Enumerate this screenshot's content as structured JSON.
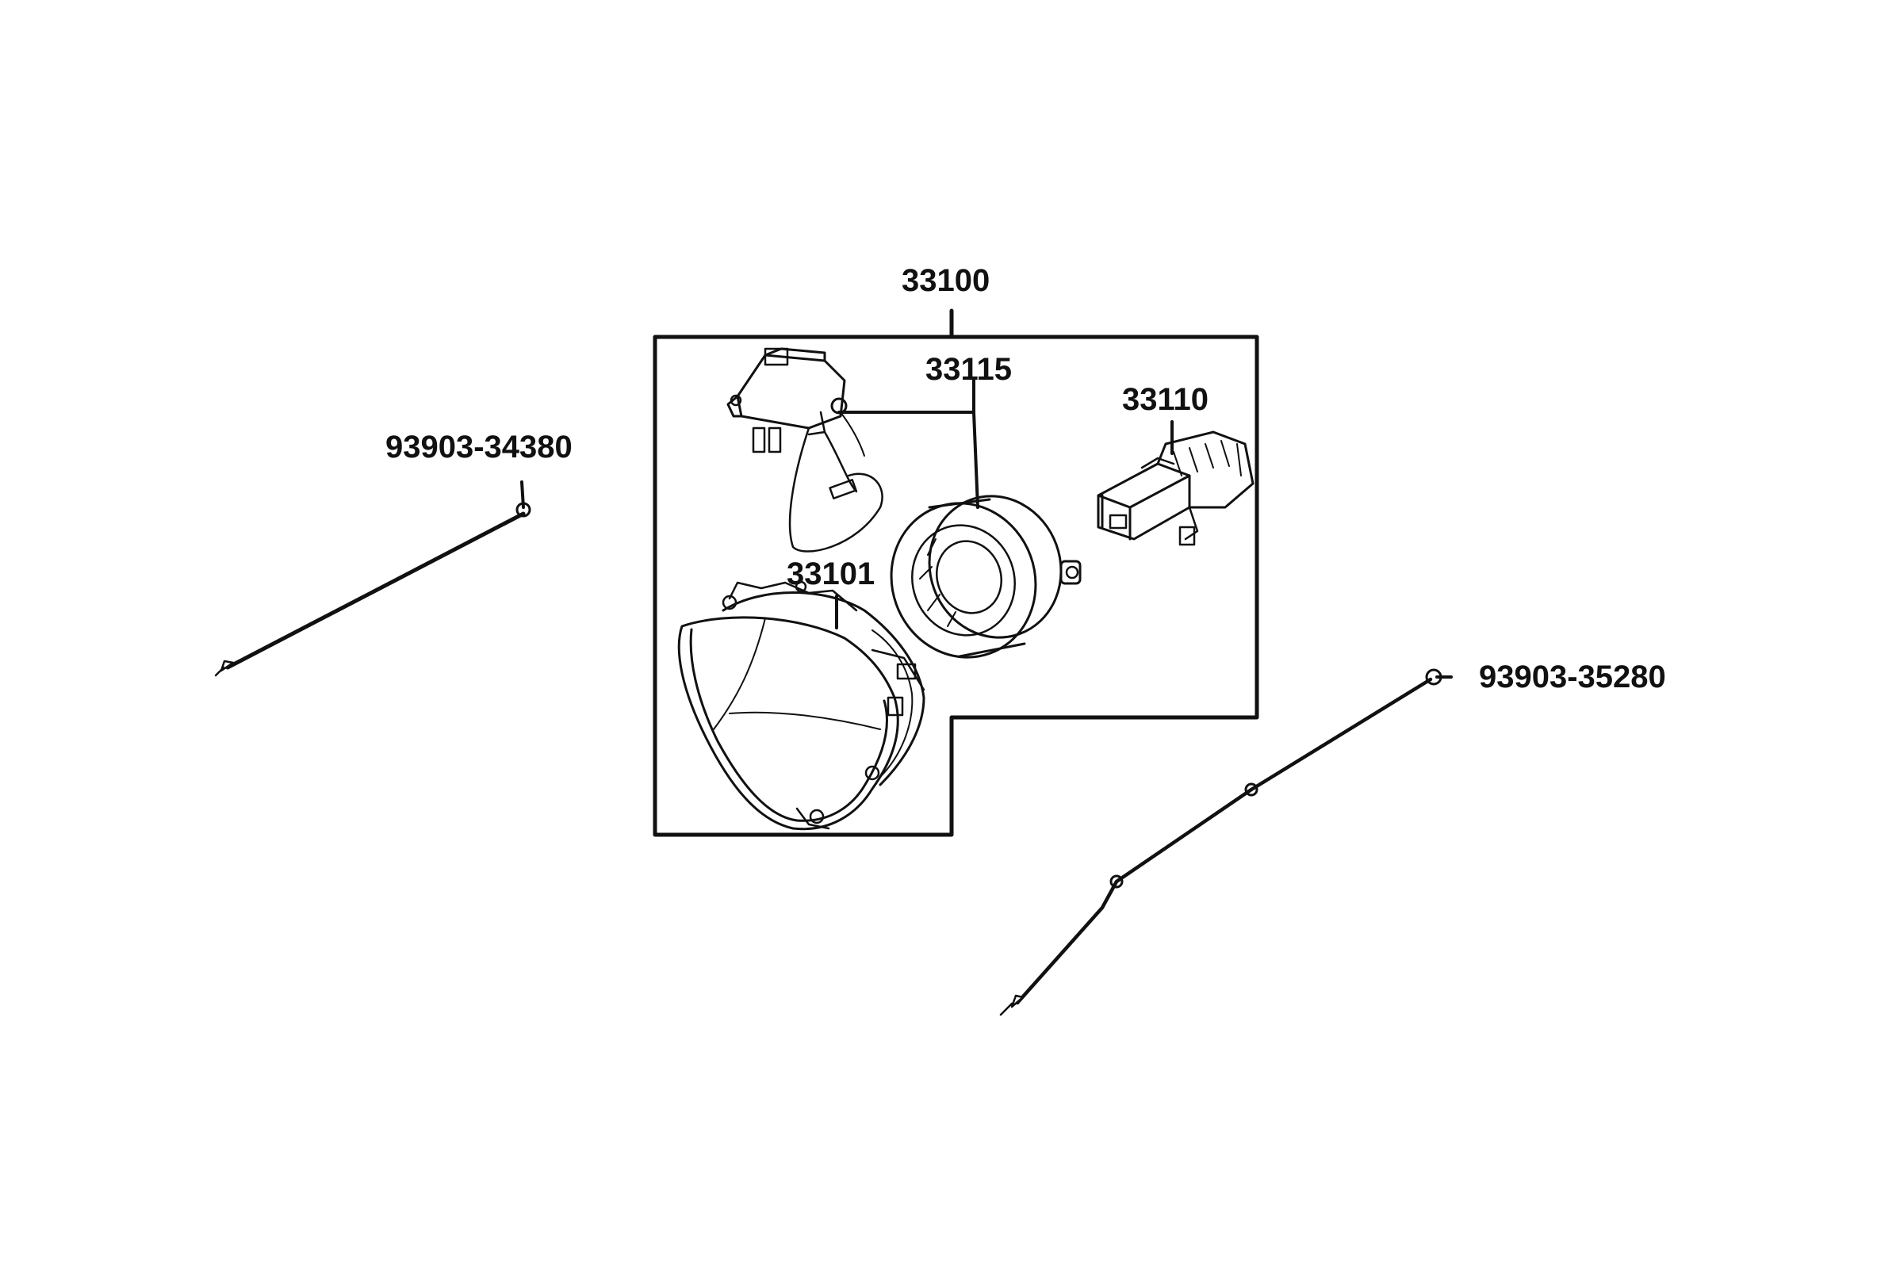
{
  "callouts": {
    "assembly": "33100",
    "bulb_socket": "33115",
    "socket": "33110",
    "headlamp_unit": "33101",
    "screw_left": "93903-34380",
    "screw_right": "93903-35280"
  },
  "colors": {
    "line": "#111111",
    "background": "#ffffff",
    "fill": "#ffffff"
  }
}
